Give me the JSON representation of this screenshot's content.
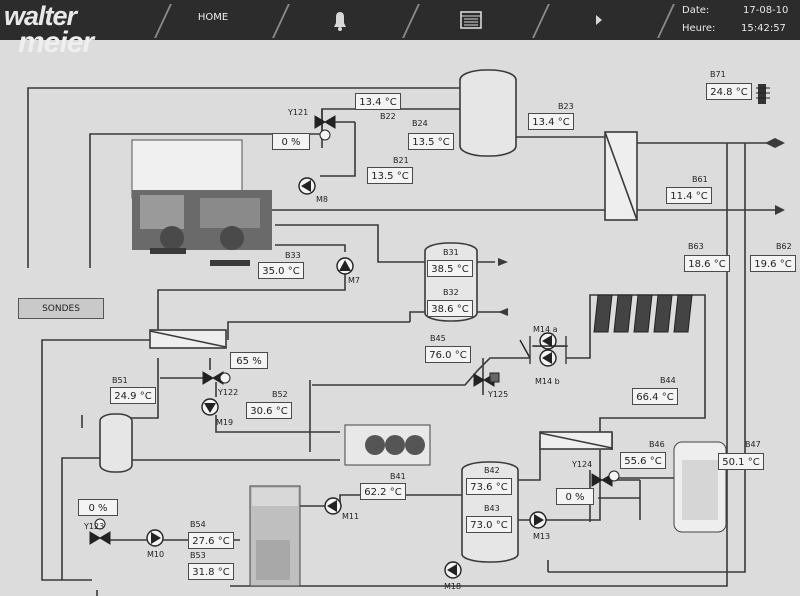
{
  "brand": {
    "line1": "walter",
    "line2": "meier"
  },
  "header": {
    "home_label": "HOME",
    "date_label": "Date:",
    "date_value": "17-08-10",
    "time_label": "Heure:",
    "time_value": "15:42:57",
    "icons": [
      "bell-icon",
      "list-icon",
      "play-icon"
    ]
  },
  "buttons": {
    "sondes": "SONDES"
  },
  "components": [
    {
      "id": "Y121",
      "label": "Y121",
      "value": "0 %"
    },
    {
      "id": "M8",
      "label": "M8"
    },
    {
      "id": "M7",
      "label": "M7"
    },
    {
      "id": "Y122",
      "label": "Y122",
      "value": "65 %"
    },
    {
      "id": "M19",
      "label": "M19"
    },
    {
      "id": "Y125",
      "label": "Y125"
    },
    {
      "id": "M14a",
      "label": "M14 a"
    },
    {
      "id": "M14b",
      "label": "M14 b"
    },
    {
      "id": "Y124",
      "label": "Y124",
      "value": "0 %"
    },
    {
      "id": "Y123",
      "label": "Y123",
      "value": "0 %"
    },
    {
      "id": "M10",
      "label": "M10"
    },
    {
      "id": "M11",
      "label": "M11"
    },
    {
      "id": "M13",
      "label": "M13"
    },
    {
      "id": "M18",
      "label": "M18"
    }
  ],
  "sensors": [
    {
      "id": "B22",
      "label": "B22",
      "value": "13.4 °C"
    },
    {
      "id": "B21",
      "label": "B21",
      "value": "13.5 °C"
    },
    {
      "id": "B24",
      "label": "B24",
      "value": "13.5 °C"
    },
    {
      "id": "B23",
      "label": "B23",
      "value": "13.4 °C"
    },
    {
      "id": "B71",
      "label": "B71",
      "value": "24.8 °C"
    },
    {
      "id": "B61",
      "label": "B61",
      "value": "11.4 °C"
    },
    {
      "id": "B63",
      "label": "B63",
      "value": "18.6 °C"
    },
    {
      "id": "B62",
      "label": "B62",
      "value": "19.6 °C"
    },
    {
      "id": "B33",
      "label": "B33",
      "value": "35.0 °C"
    },
    {
      "id": "B31",
      "label": "B31",
      "value": "38.5 °C"
    },
    {
      "id": "B32",
      "label": "B32",
      "value": "38.6 °C"
    },
    {
      "id": "B45",
      "label": "B45",
      "value": "76.0 °C"
    },
    {
      "id": "B51",
      "label": "B51",
      "value": "24.9 °C"
    },
    {
      "id": "B52",
      "label": "B52",
      "value": "30.6 °C"
    },
    {
      "id": "B44",
      "label": "B44",
      "value": "66.4 °C"
    },
    {
      "id": "B46",
      "label": "B46",
      "value": "55.6 °C"
    },
    {
      "id": "B47",
      "label": "B47",
      "value": "50.1 °C"
    },
    {
      "id": "B41",
      "label": "B41",
      "value": "62.2 °C"
    },
    {
      "id": "B42",
      "label": "B42",
      "value": "73.6 °C"
    },
    {
      "id": "B43",
      "label": "B43",
      "value": "73.0 °C"
    },
    {
      "id": "B54",
      "label": "B54",
      "value": "27.6 °C"
    },
    {
      "id": "B53",
      "label": "B53",
      "value": "31.8 °C"
    }
  ],
  "colors": {
    "header_bg": "#2c2c2c",
    "diagram_bg": "#dcdcdc",
    "pipe": "#3a3a3a",
    "box_bg": "#f4f4f4"
  }
}
